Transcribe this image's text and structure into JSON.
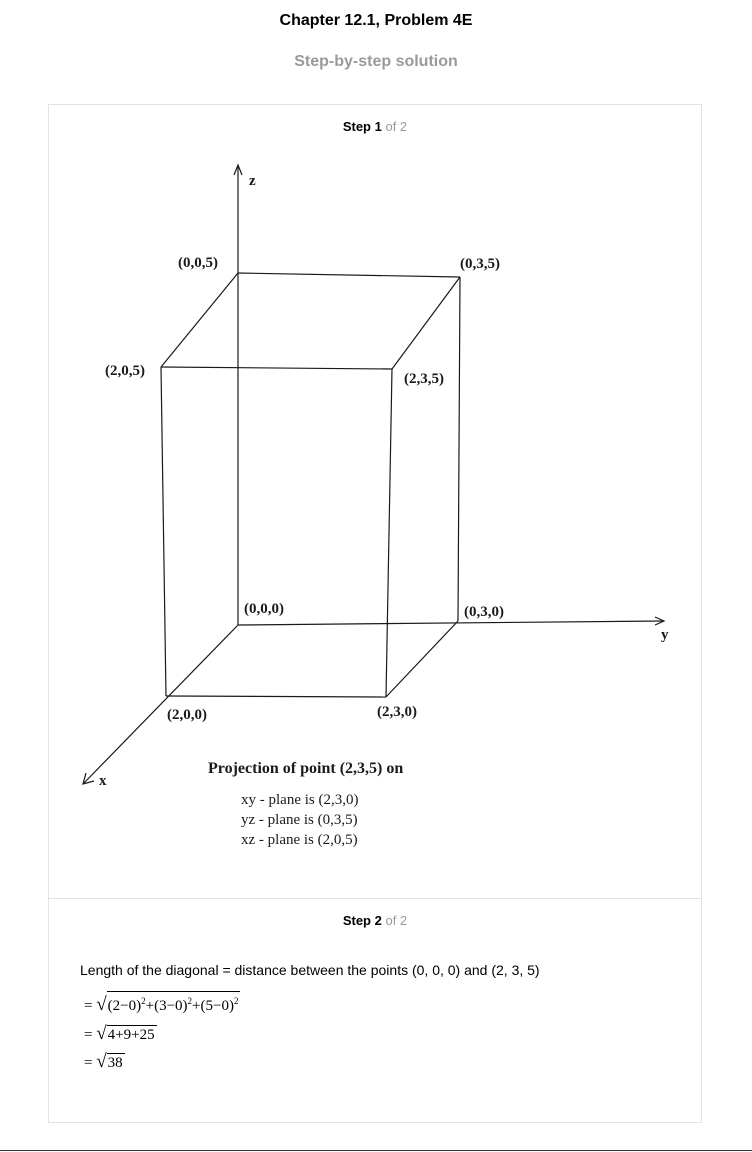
{
  "header": {
    "title": "Chapter 12.1, Problem 4E",
    "subtitle": "Step-by-step solution"
  },
  "step1": {
    "label": "Step 1",
    "of": "of 2",
    "figure": {
      "axes": {
        "z": "z",
        "y": "y",
        "x": "x"
      },
      "points": {
        "p005": "(0,0,5)",
        "p035": "(0,3,5)",
        "p205": "(2,0,5)",
        "p235": "(2,3,5)",
        "p000": "(0,0,0)",
        "p030": "(0,3,0)",
        "p200": "(2,0,0)",
        "p230": "(2,3,0)"
      },
      "caption_title": "Projection of point (2,3,5) on",
      "projections": [
        "xy - plane is (2,3,0)",
        "yz - plane is (0,3,5)",
        "xz - plane is (2,0,5)"
      ]
    }
  },
  "step2": {
    "label": "Step 2",
    "of": "of 2",
    "text": "Length of the diagonal = distance between the points (0, 0, 0) and (2, 3, 5)",
    "math": {
      "eq": "=",
      "line1_terms": [
        "(2−0)",
        "+",
        "(3−0)",
        "+",
        "(5−0)"
      ],
      "exp": "2",
      "line2": "4+9+25",
      "line3": "38"
    }
  }
}
